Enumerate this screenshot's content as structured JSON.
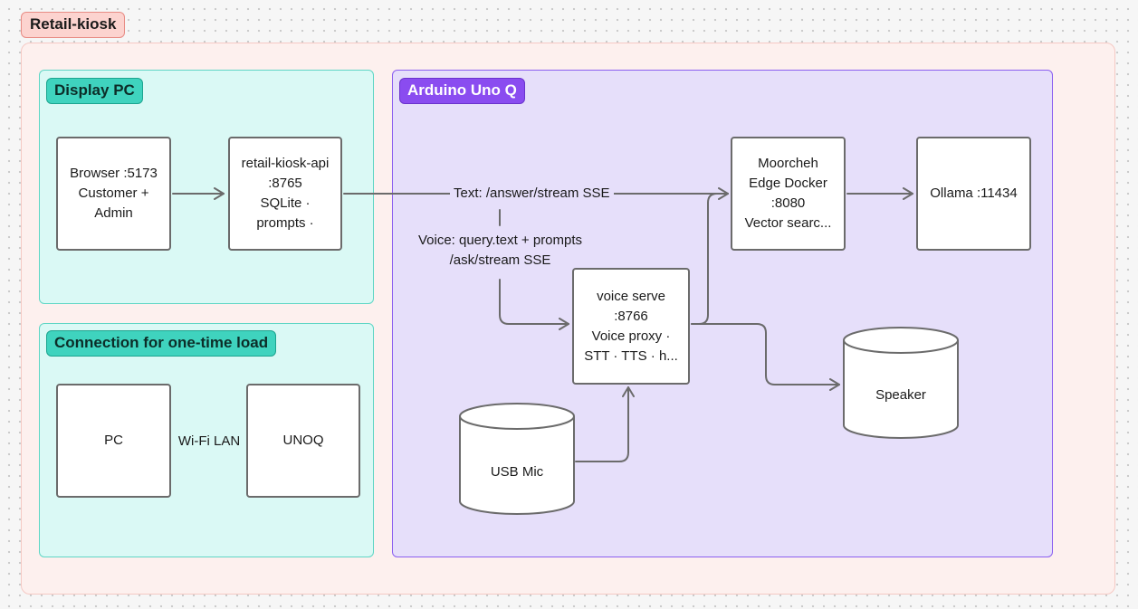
{
  "frame": {
    "label": "Retail-kiosk"
  },
  "sections": {
    "display_pc": {
      "label": "Display PC"
    },
    "connection": {
      "label": "Connection for one-time load"
    },
    "arduino": {
      "label": "Arduino Uno Q"
    }
  },
  "nodes": {
    "browser": "Browser :5173\nCustomer +\nAdmin",
    "api": "retail-kiosk-api\n:8765\nSQLite ·\nprompts ·",
    "moorcheh": "Moorcheh\nEdge Docker\n:8080\nVector searc...",
    "ollama": "Ollama :11434",
    "voice": "voice serve\n:8766\nVoice proxy ·\nSTT · TTS · h...",
    "speaker": "Speaker",
    "mic": "USB Mic",
    "pc": "PC",
    "unoq": "UNOQ"
  },
  "edges": {
    "text_label": "Text:  /answer/stream SSE",
    "voice_label_line1": "Voice: query.text + prompts",
    "voice_label_line2": "/ask/stream SSE",
    "wifi_label": "Wi-Fi LAN"
  },
  "colors": {
    "frame_fill": "#fdf0ee",
    "teal_section_fill": "#daf9f5",
    "purple_section_fill": "#e6dffa",
    "teal_tag": "#3fd3be",
    "purple_tag": "#8a4cf0",
    "edge_stroke": "#6b6b6b"
  }
}
